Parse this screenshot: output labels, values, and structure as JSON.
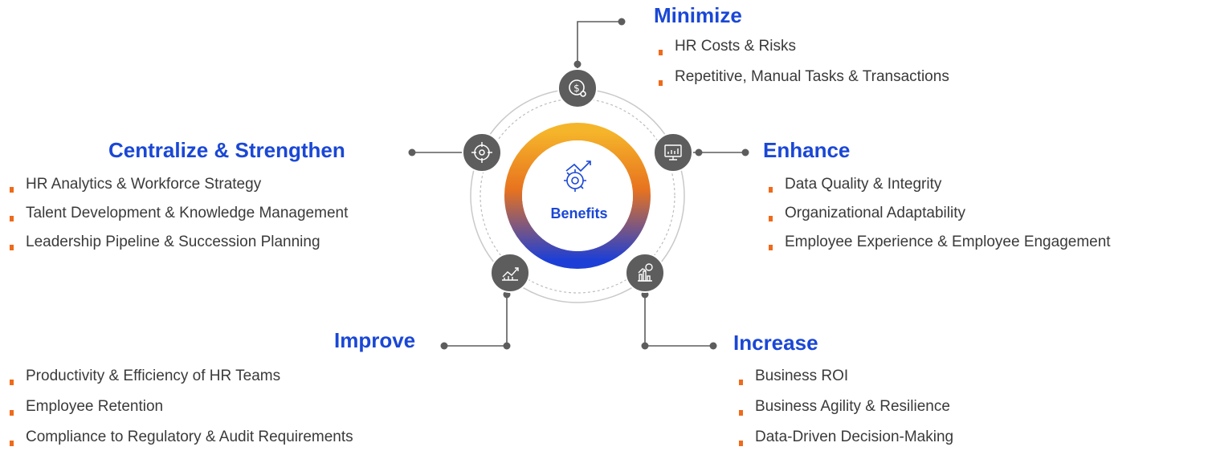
{
  "center": {
    "label": "Benefits"
  },
  "minimize": {
    "heading": "Minimize",
    "items": [
      "HR Costs & Risks",
      "Repetitive, Manual Tasks & Transactions"
    ]
  },
  "centralize": {
    "heading": "Centralize &  Strengthen",
    "items": [
      "HR Analytics & Workforce Strategy",
      "Talent Development & Knowledge Management",
      "Leadership Pipeline & Succession Planning"
    ]
  },
  "enhance": {
    "heading": "Enhance",
    "items": [
      "Data Quality & Integrity",
      "Organizational Adaptability",
      "Employee Experience & Employee Engagement"
    ]
  },
  "improve": {
    "heading": "Improve",
    "items": [
      "Productivity & Efficiency of HR Teams",
      "Employee Retention",
      "Compliance to Regulatory & Audit Requirements"
    ]
  },
  "increase": {
    "heading": "Increase",
    "items": [
      "Business ROI",
      "Business Agility & Resilience",
      "Data-Driven Decision-Making"
    ]
  },
  "colors": {
    "heading": "#1a47d6",
    "bullet": "#ef6a1a",
    "node": "#5d5d5d",
    "connector": "#5d5d5d",
    "ring_top": "#f5b52a",
    "ring_mid": "#e8731f",
    "ring_bottom": "#1d3fd6"
  },
  "icons": {
    "center": "gear-growth-icon",
    "minimize": "dollar-icon",
    "centralize": "target-icon",
    "enhance": "monitor-chart-icon",
    "improve": "growth-chart-icon",
    "increase": "bar-chart-gear-icon"
  }
}
